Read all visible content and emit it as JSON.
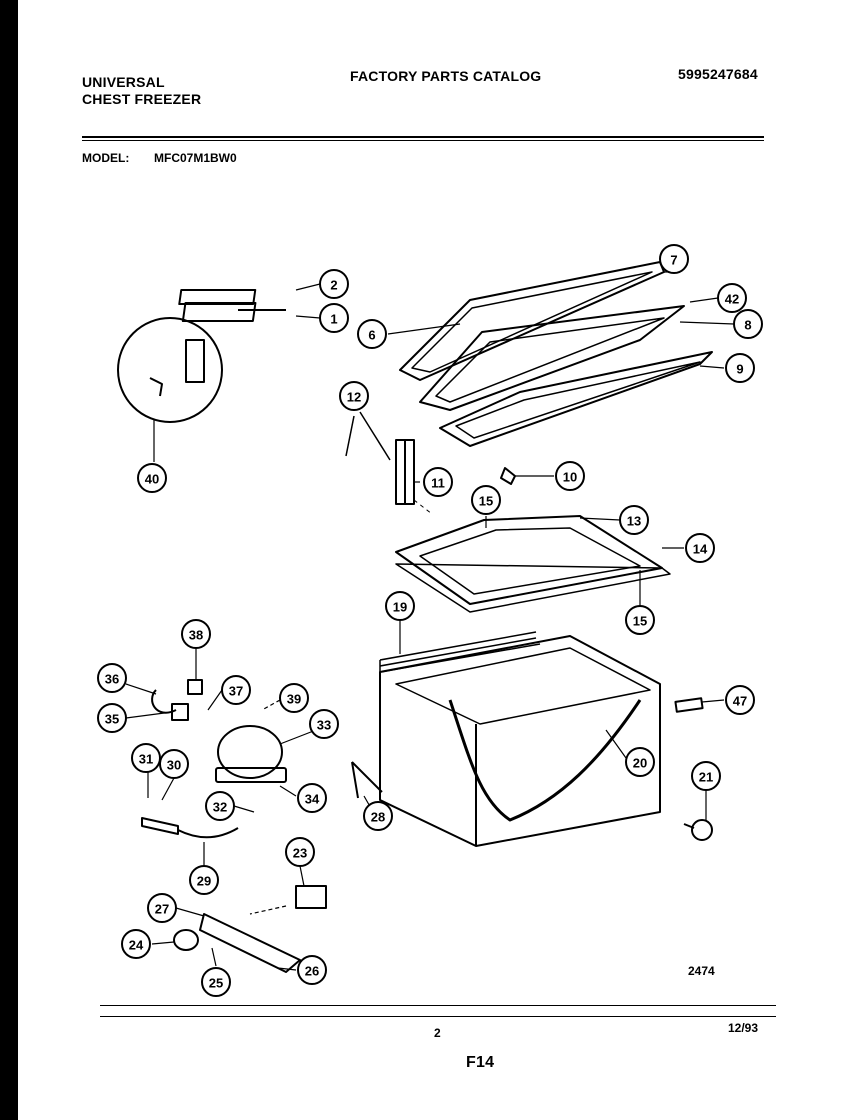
{
  "header": {
    "brand_line1": "UNIVERSAL",
    "brand_line2": "CHEST FREEZER",
    "catalog_title": "FACTORY PARTS CATALOG",
    "catalog_number": "5995247684",
    "model_label": "MODEL:",
    "model_value": "MFC07M1BW0"
  },
  "diagram": {
    "figure_number": "2474",
    "callouts": [
      "1",
      "2",
      "6",
      "7",
      "8",
      "9",
      "10",
      "11",
      "12",
      "13",
      "14",
      "15",
      "15b",
      "19",
      "20",
      "21",
      "23",
      "24",
      "25",
      "26",
      "27",
      "28",
      "29",
      "30",
      "31",
      "32",
      "33",
      "34",
      "35",
      "36",
      "37",
      "38",
      "39",
      "40",
      "42",
      "47"
    ],
    "callout_labels": {
      "1": "1",
      "2": "2",
      "6": "6",
      "7": "7",
      "8": "8",
      "9": "9",
      "10": "10",
      "11": "11",
      "12": "12",
      "13": "13",
      "14": "14",
      "15": "15",
      "15b": "15",
      "19": "19",
      "20": "20",
      "21": "21",
      "23": "23",
      "24": "24",
      "25": "25",
      "26": "26",
      "27": "27",
      "28": "28",
      "29": "29",
      "30": "30",
      "31": "31",
      "32": "32",
      "33": "33",
      "34": "34",
      "35": "35",
      "36": "36",
      "37": "37",
      "38": "38",
      "39": "39",
      "40": "40",
      "42": "42",
      "47": "47"
    }
  },
  "footer": {
    "page_number": "2",
    "date": "12/93",
    "code": "F14"
  }
}
